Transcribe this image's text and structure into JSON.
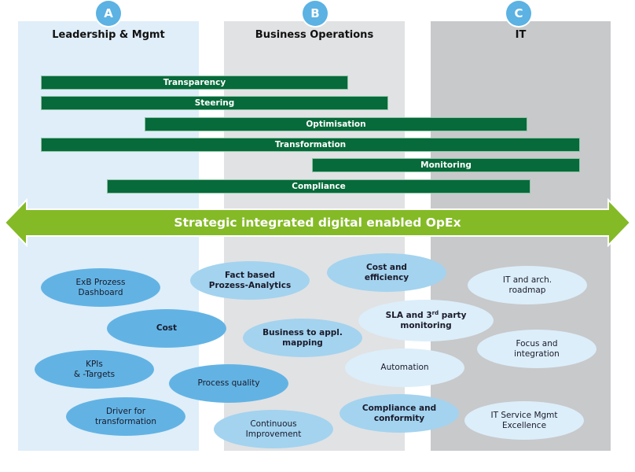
{
  "columns": [
    {
      "id": "A",
      "title": "Leadership & Mgmt"
    },
    {
      "id": "B",
      "title": "Business Operations"
    },
    {
      "id": "C",
      "title": "IT"
    }
  ],
  "bars": [
    {
      "label": "Transparency"
    },
    {
      "label": "Steering"
    },
    {
      "label": "Optimisation"
    },
    {
      "label": "Transformation"
    },
    {
      "label": "Monitoring"
    },
    {
      "label": "Compliance"
    }
  ],
  "arrow": {
    "label": "Strategic integrated digital enabled OpEx"
  },
  "ellipses": {
    "exb_dashboard": {
      "line1": "ExB Prozess",
      "line2": "Dashboard"
    },
    "cost": {
      "line1": "Cost"
    },
    "kpis": {
      "line1": "KPIs",
      "line2": "& -Targets"
    },
    "driver": {
      "line1": "Driver for",
      "line2": "transformation"
    },
    "process_quality": {
      "line1": "Process quality"
    },
    "fact_based": {
      "line1": "Fact based",
      "line2": "Prozess-Analytics"
    },
    "business_mapping": {
      "line1": "Business to appl.",
      "line2": "mapping"
    },
    "continuous": {
      "line1": "Continuous",
      "line2": "Improvement"
    },
    "cost_efficiency": {
      "line1": "Cost and",
      "line2": "efficiency"
    },
    "sla": {
      "line1_pre": "SLA and 3",
      "line1_sup": "rd",
      "line1_post": " party",
      "line2": "monitoring"
    },
    "automation": {
      "line1": "Automation"
    },
    "compliance_conformity": {
      "line1": "Compliance and",
      "line2": "conformity"
    },
    "it_roadmap": {
      "line1": "IT and arch.",
      "line2": "roadmap"
    },
    "focus": {
      "line1": "Focus and",
      "line2": "integration"
    },
    "itsm": {
      "line1": "IT Service Mgmt",
      "line2": "Excellence"
    }
  },
  "colors": {
    "badge": "#5bb2e3",
    "bar": "#076a3a",
    "arrow": "#84ba26",
    "col_a": "#dfeef9",
    "col_b": "#e1e2e4",
    "col_c": "#c8c9cb",
    "ellipse_medium": "#62b3e4",
    "ellipse_light": "#a3d3ef",
    "ellipse_pale": "#dceefa"
  }
}
